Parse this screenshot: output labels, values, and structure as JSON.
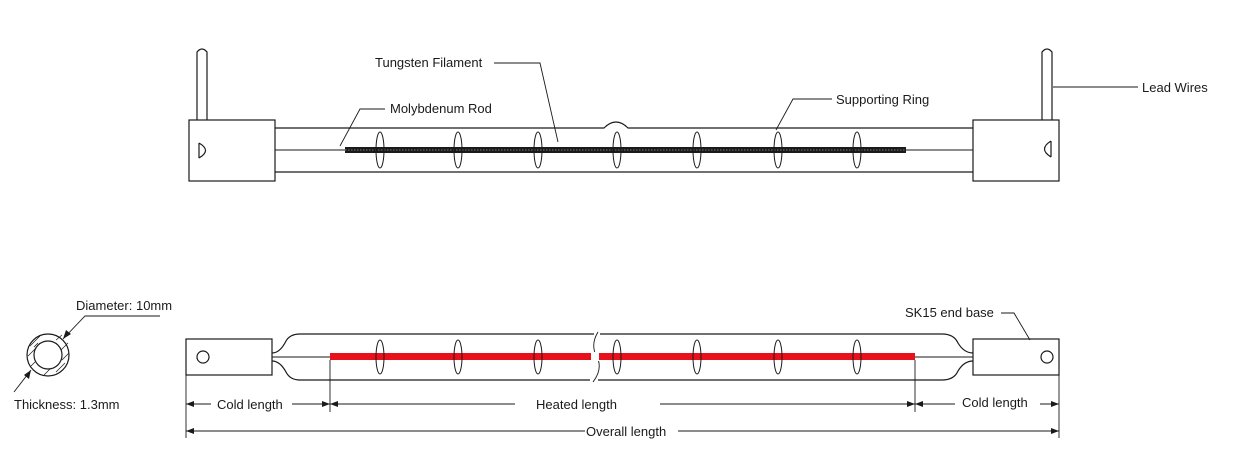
{
  "labels": {
    "tungsten_filament": "Tungsten Filament",
    "molybdenum_rod": "Molybdenum Rod",
    "supporting_ring": "Supporting Ring",
    "lead_wires": "Lead Wires",
    "diameter": "Diameter: 10mm",
    "thickness": "Thickness: 1.3mm",
    "end_base": "SK15 end base",
    "cold_length_left": "Cold length",
    "heated_length": "Heated length",
    "cold_length_right": "Cold length",
    "overall_length": "Overall length"
  },
  "colors": {
    "line": "#1a1a1a",
    "filament_coil": "#1a1a1a",
    "heated_zone": "#e8101a"
  }
}
